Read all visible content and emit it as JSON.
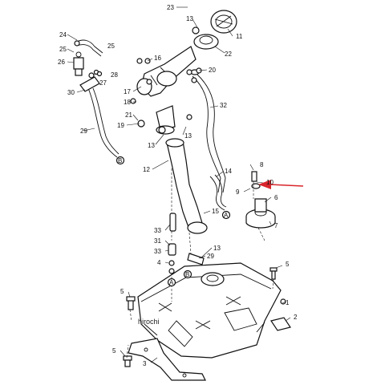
{
  "watermark": "hirochi",
  "callouts": {
    "c23": "23",
    "c13a": "13",
    "c11": "11",
    "c24": "24",
    "c25": "25",
    "c26": "26",
    "c16": "16",
    "c22": "22",
    "c20": "20",
    "c28": "28",
    "c27": "27",
    "c30": "30",
    "c17": "17",
    "c18": "18",
    "c32": "32",
    "c21": "21",
    "c19": "19",
    "c29a": "29",
    "c13b": "13",
    "c12": "12",
    "c13c": "13",
    "c14": "14",
    "c8": "8",
    "c10": "10",
    "c9": "9",
    "c6": "6",
    "c15": "15",
    "c7": "7",
    "c33a": "33",
    "c31": "31",
    "c33b": "33",
    "c4": "4",
    "c13d": "13",
    "c29b": "29",
    "c5a": "5",
    "c1": "1",
    "c2": "2",
    "c5b": "5",
    "c3": "3"
  },
  "refs": {
    "b1": "B",
    "b2": "B",
    "a1": "A",
    "a2": "A"
  },
  "colors": {
    "arrow": "#d9262c",
    "line": "#111111"
  }
}
